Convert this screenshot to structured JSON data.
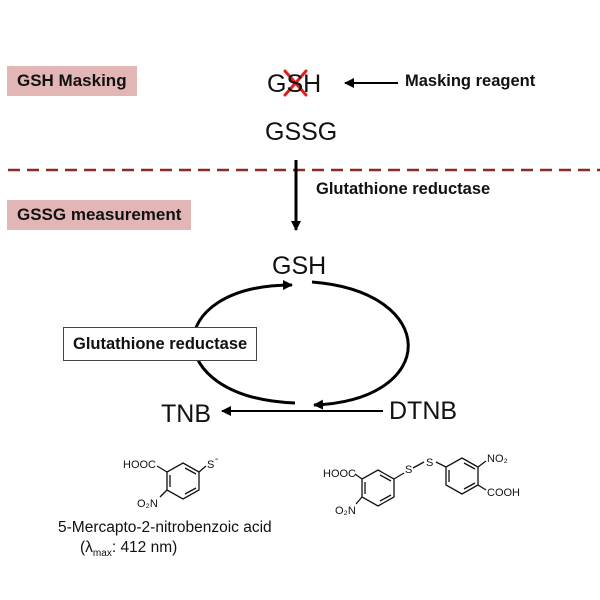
{
  "labels": {
    "gsh_masking": "GSH Masking",
    "gssg_measurement": "GSSG measurement"
  },
  "species": {
    "gsh_masked": "GSH",
    "gssg": "GSSG",
    "gsh": "GSH",
    "tnb": "TNB",
    "dtnb": "DTNB"
  },
  "reagents": {
    "masking_reagent": "Masking reagent",
    "glutathione_reductase_top": "Glutathione reductase",
    "glutathione_reductase_box": "Glutathione reductase"
  },
  "tnb_structure": {
    "hooc": "HOOC",
    "thiolate": "S",
    "charge": "-",
    "nitro": "O₂N",
    "name": "5-Mercapto-2-nitrobenzoic acid",
    "lambda_prefix": "(λ",
    "lambda_sub": "max",
    "lambda_value": ": 412 nm)"
  },
  "dtnb_structure": {
    "hooc": "HOOC",
    "s1": "S",
    "s2": "S",
    "no2": "NO₂",
    "nitro": "O₂N",
    "cooh": "COOH"
  },
  "colors": {
    "tag_bg": "#e3b6b6",
    "divider": "#8b2a2a",
    "cross": "#e0201c"
  }
}
